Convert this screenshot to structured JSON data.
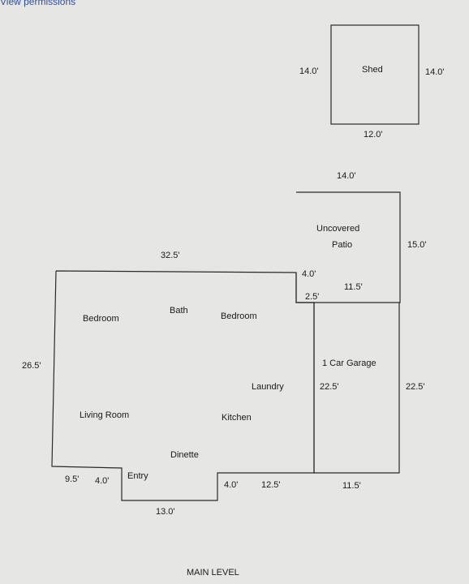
{
  "header": {
    "link": "View permissions"
  },
  "footer": {
    "level": "MAIN LEVEL"
  },
  "shed": {
    "name": "Shed",
    "left_dim": "14.0'",
    "right_dim": "14.0'",
    "bottom_dim": "12.0'"
  },
  "patio": {
    "line1": "Uncovered",
    "line2": "Patio",
    "top_dim": "14.0'",
    "right_dim": "15.0'",
    "inner_dim": "4.0'",
    "inner_small": "2.5'",
    "bottom_dim": "11.5'"
  },
  "garage": {
    "name": "1 Car Garage",
    "left_dim": "22.5'",
    "right_dim": "22.5'",
    "bottom_dim": "11.5'"
  },
  "house": {
    "top_dim": "32.5'",
    "left_dim": "26.5'",
    "rooms": {
      "bedroom_left": "Bedroom",
      "bath": "Bath",
      "bedroom_right": "Bedroom",
      "laundry": "Laundry",
      "living": "Living Room",
      "kitchen": "Kitchen",
      "dinette": "Dinette",
      "entry": "Entry"
    },
    "dims": {
      "bottom_left_a": "9.5'",
      "bottom_left_b": "4.0'",
      "entry_bottom": "13.0'",
      "bottom_mid_a": "4.0'",
      "bottom_mid_b": "12.5'"
    }
  }
}
